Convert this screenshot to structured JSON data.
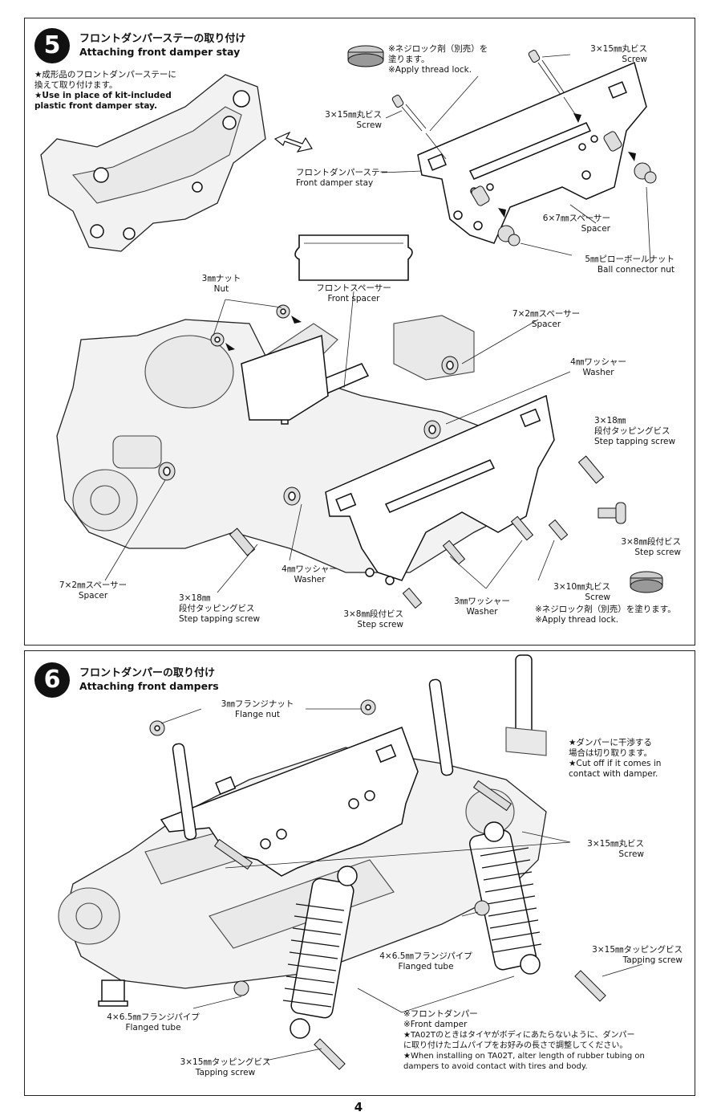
{
  "step5": {
    "number": "5",
    "title_jp": "フロントダンパーステーの取り付け",
    "title_en": "Attaching front damper stay",
    "note_jp": [
      "★成形品のフロントダンパーステーに",
      "換えて取り付けます。"
    ],
    "note_en": [
      "★Use in place of kit-included",
      "plastic front damper stay."
    ],
    "labels": {
      "threadlock_top_jp": [
        "※ネジロック剤（別売）を",
        "塗ります。"
      ],
      "threadlock_top_en": "※Apply thread lock.",
      "screw_3x15_right_jp": "3×15㎜丸ビス",
      "screw_3x15_right_en": "Screw",
      "screw_3x15_left_jp": "3×15㎜丸ビス",
      "screw_3x15_left_en": "Screw",
      "damper_stay_jp": "フロントダンパーステー",
      "damper_stay_en": "Front damper stay",
      "spacer_6x7_jp": "6×7㎜スペーサー",
      "spacer_6x7_en": "Spacer",
      "ball_nut_jp": "5㎜ピローボールナット",
      "ball_nut_en": "Ball connector nut",
      "front_spacer_jp": "フロントスペーサー",
      "front_spacer_en": "Front spacer",
      "nut_3mm_jp": "3㎜ナット",
      "nut_3mm_en": "Nut",
      "spacer_7x2_top_jp": "7×2㎜スペーサー",
      "spacer_7x2_top_en": "Spacer",
      "washer_4mm_right_jp": "4㎜ワッシャー",
      "washer_4mm_right_en": "Washer",
      "step_tap_right_jp": [
        "3×18㎜",
        "段付タッピングビス"
      ],
      "step_tap_right_en": "Step tapping screw",
      "step_screw_3x8_right_jp": "3×8㎜段付ビス",
      "step_screw_3x8_right_en": "Step screw",
      "spacer_7x2_left_jp": "7×2㎜スペーサー",
      "spacer_7x2_left_en": "Spacer",
      "step_tap_left_jp": [
        "3×18㎜",
        "段付タッピングビス"
      ],
      "step_tap_left_en": "Step tapping screw",
      "washer_4mm_bottom_jp": "4㎜ワッシャー",
      "washer_4mm_bottom_en": "Washer",
      "step_screw_3x8_bottom_jp": "3×8㎜段付ビス",
      "step_screw_3x8_bottom_en": "Step screw",
      "washer_3mm_jp": "3㎜ワッシャー",
      "washer_3mm_en": "Washer",
      "screw_3x10_jp": "3×10㎜丸ビス",
      "screw_3x10_en": "Screw",
      "threadlock_bottom_jp": "※ネジロック剤（別売）を塗ります。",
      "threadlock_bottom_en": "※Apply thread lock."
    }
  },
  "step6": {
    "number": "6",
    "title_jp": "フロントダンパーの取り付け",
    "title_en": "Attaching front dampers",
    "labels": {
      "flange_nut_jp": "3㎜フランジナット",
      "flange_nut_en": "Flange nut",
      "cutoff_jp": [
        "★ダンパーに干渉する",
        "場合は切り取ります。"
      ],
      "cutoff_en": [
        "★Cut off if it comes in",
        "contact with damper."
      ],
      "screw_3x15_jp": "3×15㎜丸ビス",
      "screw_3x15_en": "Screw",
      "tap_right_jp": "3×15㎜タッピングビス",
      "tap_right_en": "Tapping screw",
      "flanged_tube_center_jp": "4×6.5㎜フランジパイプ",
      "flanged_tube_center_en": "Flanged tube",
      "flanged_tube_left_jp": "4×6.5㎜フランジパイプ",
      "flanged_tube_left_en": "Flanged tube",
      "front_damper_jp": "※フロントダンパー",
      "front_damper_en": "※Front damper",
      "ta02t_jp": [
        "★TA02Tのときはタイヤがボディにあたらないように、ダンパー",
        "に取り付けたゴムパイプをお好みの長さで調整してください。"
      ],
      "ta02t_en": [
        "★When installing on TA02T, alter length of rubber tubing on",
        "dampers to avoid contact with tires and body."
      ],
      "tap_bottom_jp": "3×15㎜タッピングビス",
      "tap_bottom_en": "Tapping screw"
    }
  },
  "page_number": "4"
}
